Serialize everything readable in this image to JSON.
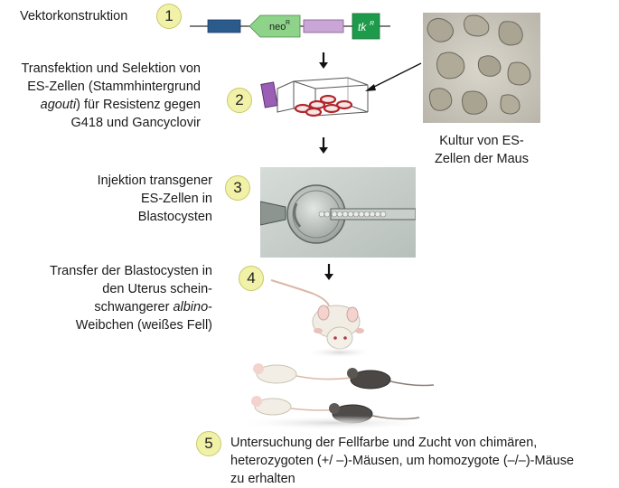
{
  "steps": [
    {
      "number": "1",
      "label": "Vektorkonstruktion"
    },
    {
      "number": "2",
      "label_lines": [
        "Transfektion und Selektion von",
        "ES-Zellen (Stammhintergrund",
        "agouti) für Resistenz gegen",
        "G418 und Gancyclovir"
      ],
      "italic_word": "agouti"
    },
    {
      "number": "3",
      "label_lines": [
        "Injektion transgener",
        "ES-Zellen in",
        "Blastocysten"
      ]
    },
    {
      "number": "4",
      "label_lines": [
        "Transfer der Blastocysten in",
        "den Uterus schein-",
        "schwangerer albino-",
        "Weibchen (weißes Fell)"
      ],
      "italic_word": "albino"
    },
    {
      "number": "5",
      "label_lines": [
        "Untersuchung der Fellfarbe und Zucht von chimären,",
        "heterozygoten (+/ –)-Mäusen, um homozygote (–/–)-Mäuse",
        "zu erhalten"
      ]
    }
  ],
  "vector": {
    "neo_label": "neo",
    "neo_sup": "R",
    "tk_label": "tk",
    "tk_sup": "R"
  },
  "culture_caption": [
    "Kultur von ES-",
    "Zellen der Maus"
  ],
  "colors": {
    "badge_fill": "#f1f1a8",
    "segment_blue": "#2b5a8c",
    "neo_green": "#8ed38a",
    "segment_purple": "#c9a6d6",
    "tk_green": "#1e9b4a"
  }
}
